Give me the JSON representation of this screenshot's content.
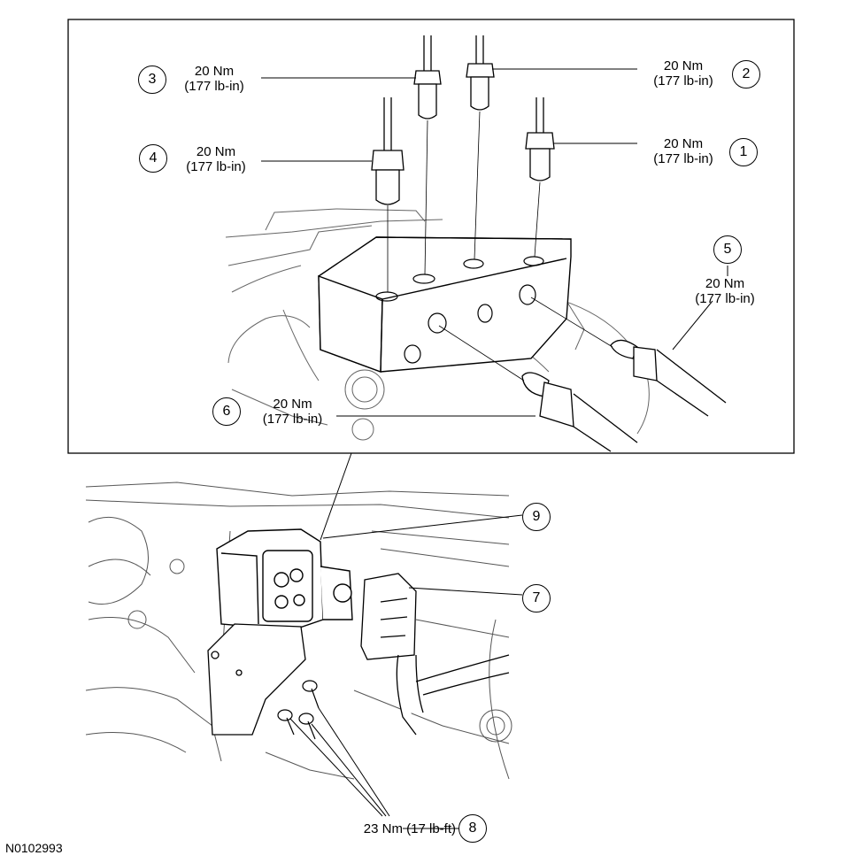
{
  "figure_id": "N0102993",
  "callouts": [
    {
      "num": "1",
      "torque_nm": "20 Nm",
      "torque_imp": "(177 lb-in)"
    },
    {
      "num": "2",
      "torque_nm": "20 Nm",
      "torque_imp": "(177 lb-in)"
    },
    {
      "num": "3",
      "torque_nm": "20 Nm",
      "torque_imp": "(177 lb-in)"
    },
    {
      "num": "4",
      "torque_nm": "20 Nm",
      "torque_imp": "(177 lb-in)"
    },
    {
      "num": "5",
      "torque_nm": "20 Nm",
      "torque_imp": "(177 lb-in)"
    },
    {
      "num": "6",
      "torque_nm": "20 Nm",
      "torque_imp": "(177 lb-in)"
    },
    {
      "num": "7"
    },
    {
      "num": "8",
      "torque": "23 Nm (17 lb-ft)"
    },
    {
      "num": "9"
    }
  ],
  "colors": {
    "line": "#000000",
    "background": "#ffffff",
    "detail": "#555555"
  }
}
